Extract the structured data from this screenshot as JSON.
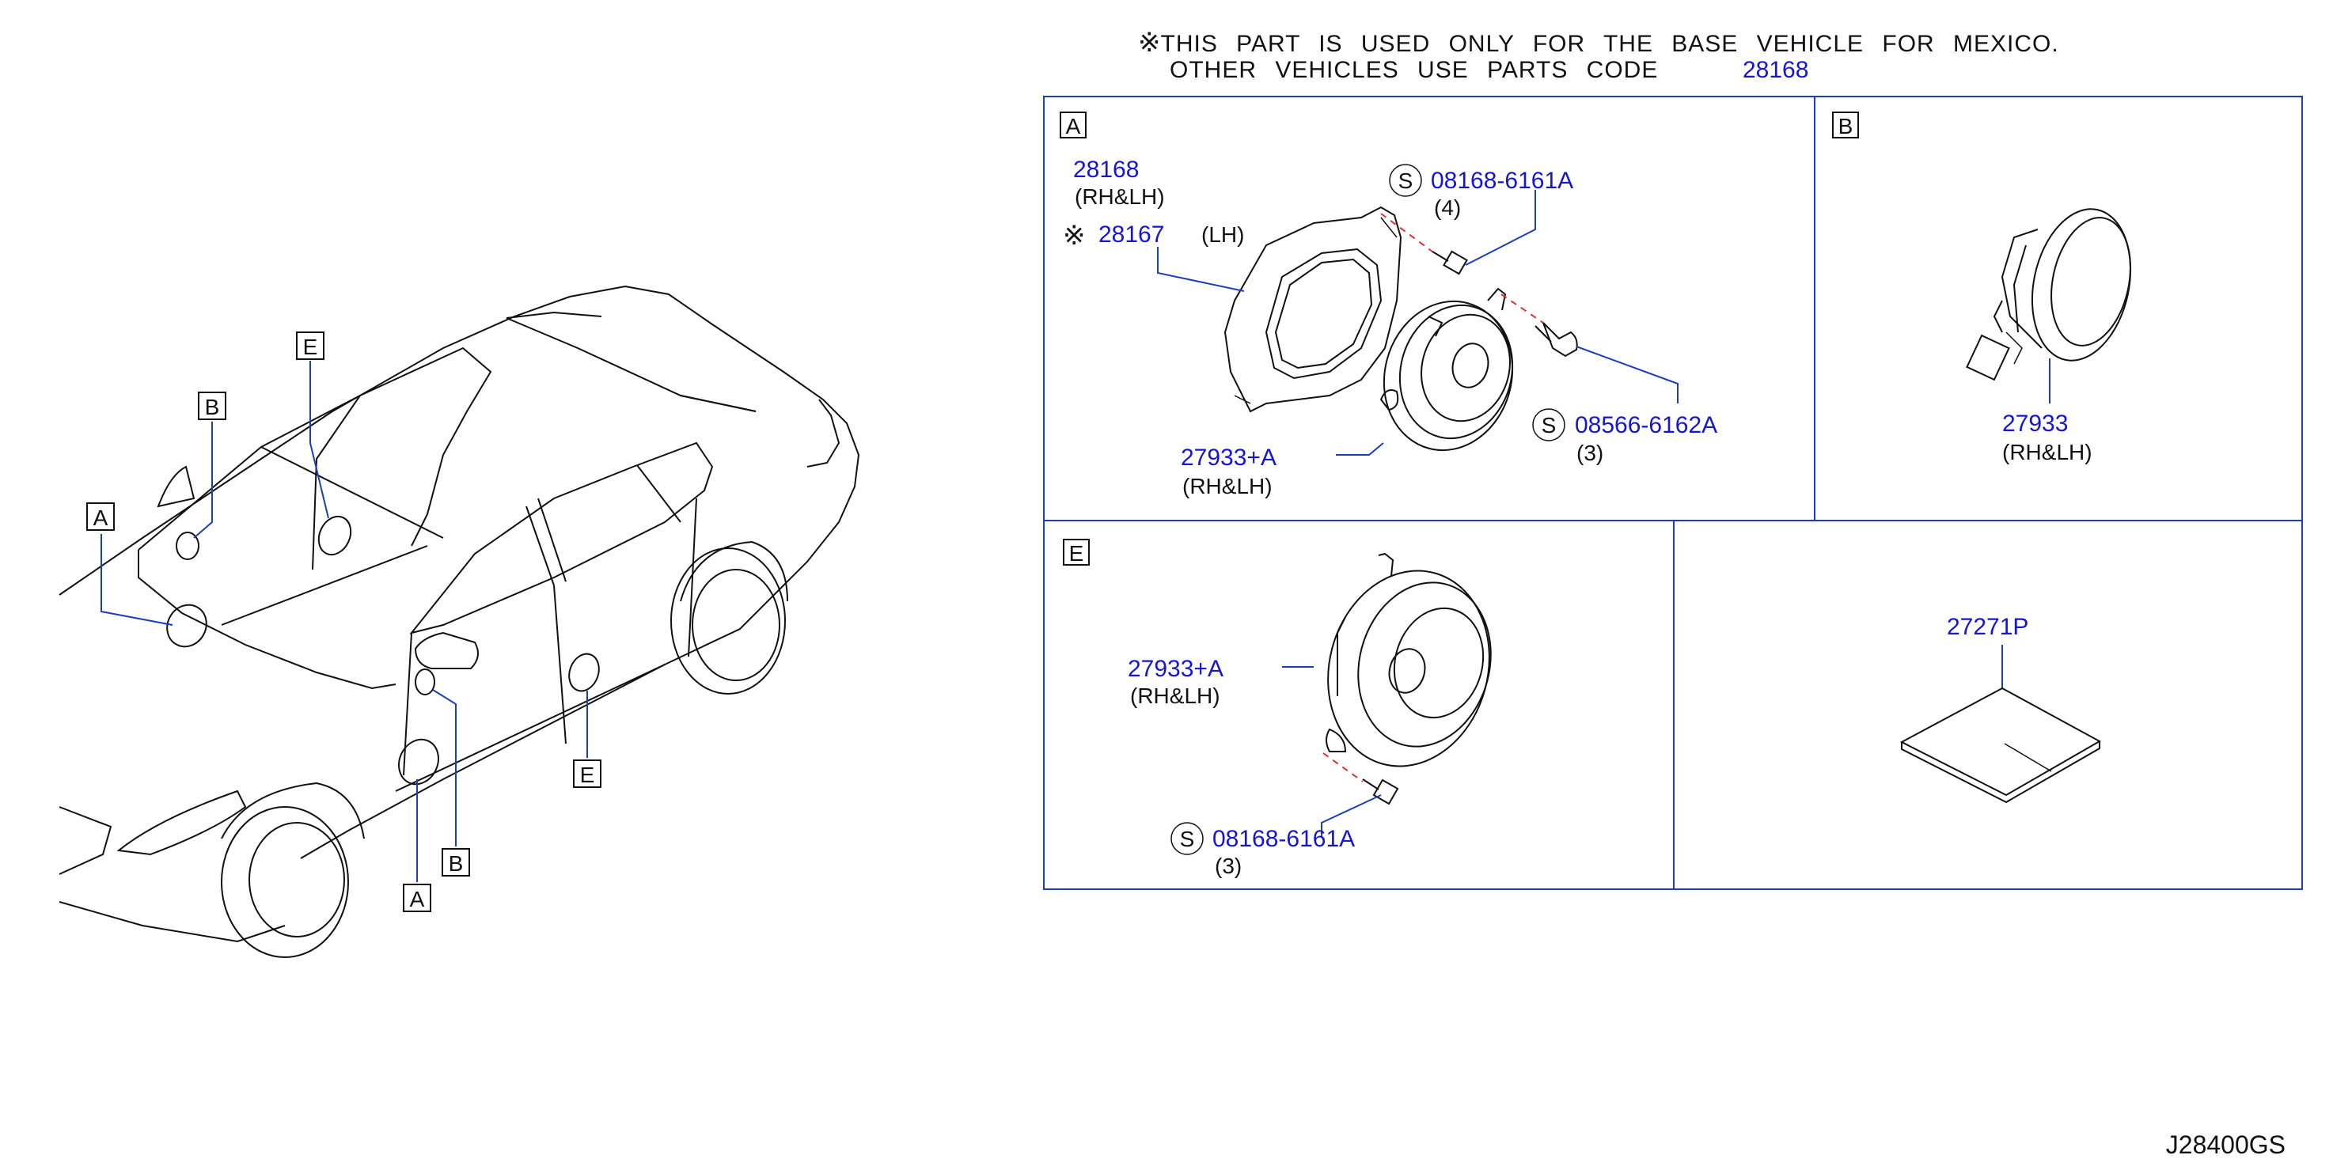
{
  "header_note": {
    "symbol": "※",
    "line1": "THIS PART IS USED ONLY FOR THE BASE VEHICLE FOR MEXICO.",
    "line2": "OTHER VEHICLES USE PARTS CODE",
    "line2_code": "28168"
  },
  "vehicle": {
    "callouts": [
      "A",
      "B",
      "E",
      "B",
      "A",
      "E"
    ]
  },
  "panel_a": {
    "letter": "A",
    "bracket_code": "28168",
    "bracket_side": "(RH&LH)",
    "alt_symbol": "※",
    "alt_code": "28167",
    "alt_side": "(LH)",
    "screw1_badge": "S",
    "screw1_code": "08168-6161A",
    "screw1_qty": "(4)",
    "screw2_badge": "S",
    "screw2_code": "08566-6162A",
    "screw2_qty": "(3)",
    "speaker_code": "27933+A",
    "speaker_side": "(RH&LH)"
  },
  "panel_b": {
    "letter": "B",
    "tweeter_code": "27933",
    "tweeter_side": "(RH&LH)"
  },
  "panel_e": {
    "letter": "E",
    "speaker_code": "27933+A",
    "speaker_side": "(RH&LH)",
    "screw_badge": "S",
    "screw_code": "08168-6161A",
    "screw_qty": "(3)"
  },
  "panel_pad": {
    "pad_code": "27271P"
  },
  "diagram_id": "J28400GS",
  "colors": {
    "part_code": "#1515d8",
    "leader": "#1a3fb8",
    "frame": "#1a3fb8",
    "bolt_path": "#e03030"
  }
}
